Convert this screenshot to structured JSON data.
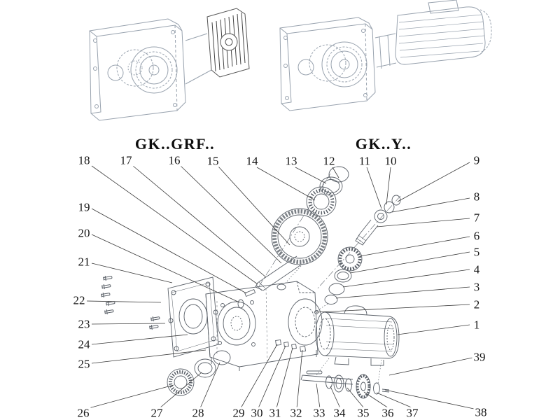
{
  "titles": {
    "left": "GK..GRF..",
    "right": "GK..Y.."
  },
  "callouts": {
    "top": [
      "18",
      "17",
      "16",
      "15",
      "14",
      "13",
      "12",
      "11",
      "10",
      "9"
    ],
    "left": [
      "19",
      "20",
      "21",
      "22",
      "23",
      "24",
      "25",
      "26"
    ],
    "right": [
      "8",
      "7",
      "6",
      "5",
      "4",
      "3",
      "2",
      "1",
      "39",
      "38"
    ],
    "bottom": [
      "27",
      "28",
      "29",
      "30",
      "31",
      "32",
      "33",
      "34",
      "35",
      "36",
      "37"
    ]
  },
  "colors": {
    "line_art_light": "#98a2ae",
    "line_art_dark": "#5a6068",
    "leader_line": "#3a3a3a"
  }
}
